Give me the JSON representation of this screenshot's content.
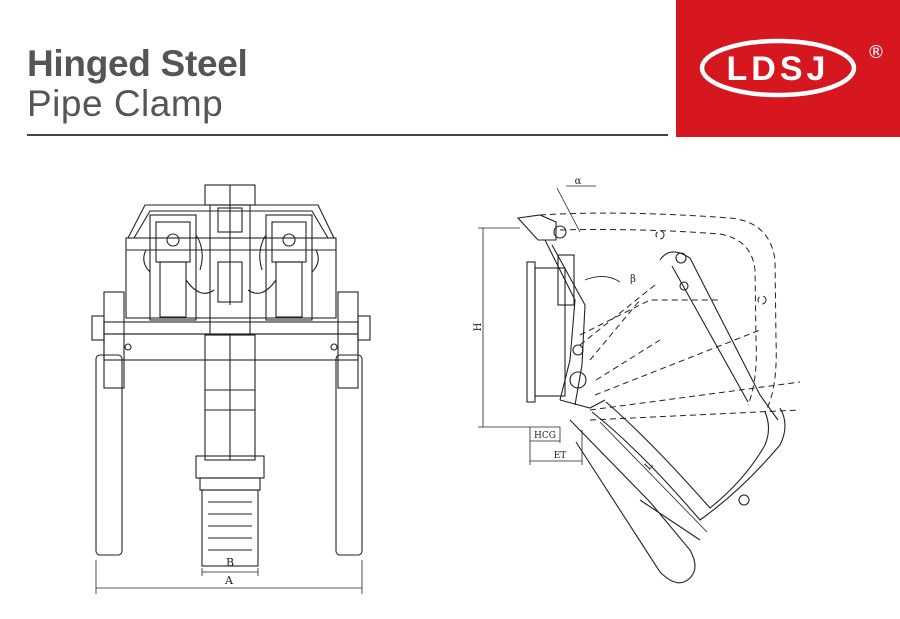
{
  "header": {
    "title_bold": "Hinged Steel",
    "title_light": "Pipe Clamp"
  },
  "brand": {
    "logo_text": "LDSJ",
    "registered_mark": "®",
    "panel_color": "#d7171f"
  },
  "front_view": {
    "label_a": "A",
    "label_b": "B"
  },
  "side_view": {
    "label_h": "H",
    "label_hcg": "HCG",
    "label_et": "ET",
    "label_l": "L",
    "label_alpha": "α",
    "label_beta": "β"
  }
}
